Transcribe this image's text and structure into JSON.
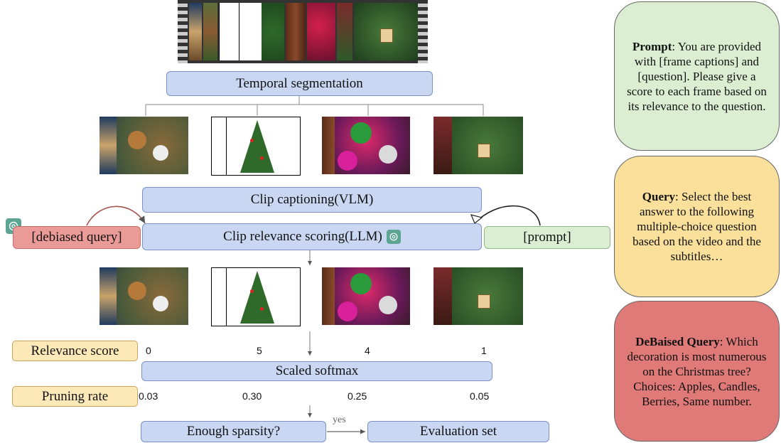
{
  "pipeline": {
    "temporal_segmentation": "Temporal segmentation",
    "clip_captioning": "Clip captioning(VLM)",
    "clip_relevance": "Clip relevance scoring(LLM)",
    "debiased_query": "[debiased query]",
    "prompt": "[prompt]",
    "scaled_softmax": "Scaled softmax",
    "enough_sparsity": "Enough sparsity?",
    "evaluation_set": "Evaluation set",
    "yes": "yes"
  },
  "rows": {
    "relevance_label": "Relevance score",
    "pruning_label": "Pruning rate",
    "relevance_scores": [
      "0",
      "5",
      "4",
      "1"
    ],
    "pruning_rates": [
      "0.03",
      "0.30",
      "0.25",
      "0.05"
    ]
  },
  "clips": [
    {
      "subject": "dinner-table"
    },
    {
      "subject": "christmas-tree"
    },
    {
      "subject": "ornaments"
    },
    {
      "subject": "tree-with-tag"
    }
  ],
  "panels": {
    "prompt_title": "Prompt",
    "prompt_text": ": You are provided with [frame captions] and [question]. Please give a score to each frame based on its relevance to the question.",
    "query_title": "Query",
    "query_text": ": Select the best answer to the following multiple-choice question based on  the video and the subtitles…",
    "debiased_title": "DeBaised Query",
    "debiased_text": ": Which decoration is most numerous on the Christmas tree? Choices: Apples, Candles, Berries, Same number."
  },
  "colors": {
    "blue": "#c9d7f3",
    "green": "#dceed2",
    "red": "#ea9b97",
    "yellow": "#fde9b8",
    "query_panel": "#fbe09b",
    "debiased_panel": "#df7a78"
  }
}
